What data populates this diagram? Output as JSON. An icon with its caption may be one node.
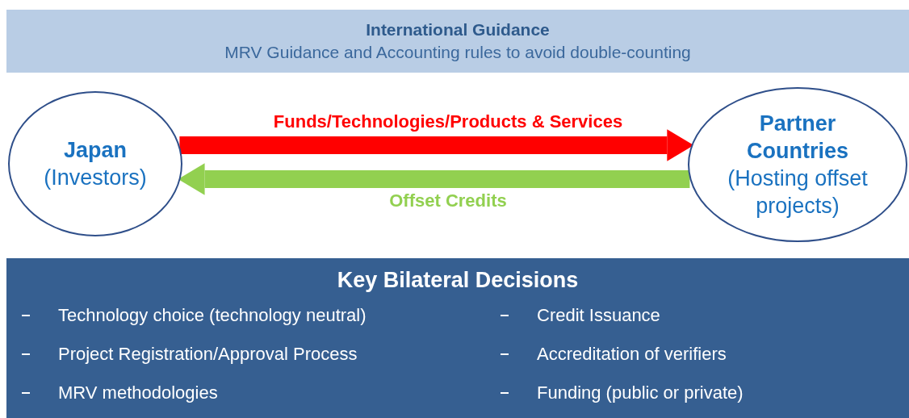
{
  "diagram": {
    "nodes": [
      {
        "text": [
          "International Guidance",
          "MRV Guidance and Accounting rules to avoid double-counting"
        ]
      },
      {
        "text": [
          "Japan",
          "(Investors)"
        ]
      },
      {
        "text": [
          "Partner Countries",
          "(Hosting offset projects)"
        ]
      },
      {
        "text": [
          "Key Bilateral Decisions",
          "Technology choice (technology neutral)",
          "Credit Issuance",
          "Project Registration/Approval Process",
          "Accreditation of verifiers",
          "MRV methodologies",
          "Funding (public or private)"
        ]
      }
    ],
    "edges": [
      {
        "from": 1,
        "to": 2,
        "arrow": "to",
        "label": "Funds/Technologies/Products & Services",
        "color": "#ff0000"
      },
      {
        "from": 2,
        "to": 1,
        "arrow": "to",
        "label": "Offset Credits",
        "color": "#92d050"
      }
    ]
  }
}
